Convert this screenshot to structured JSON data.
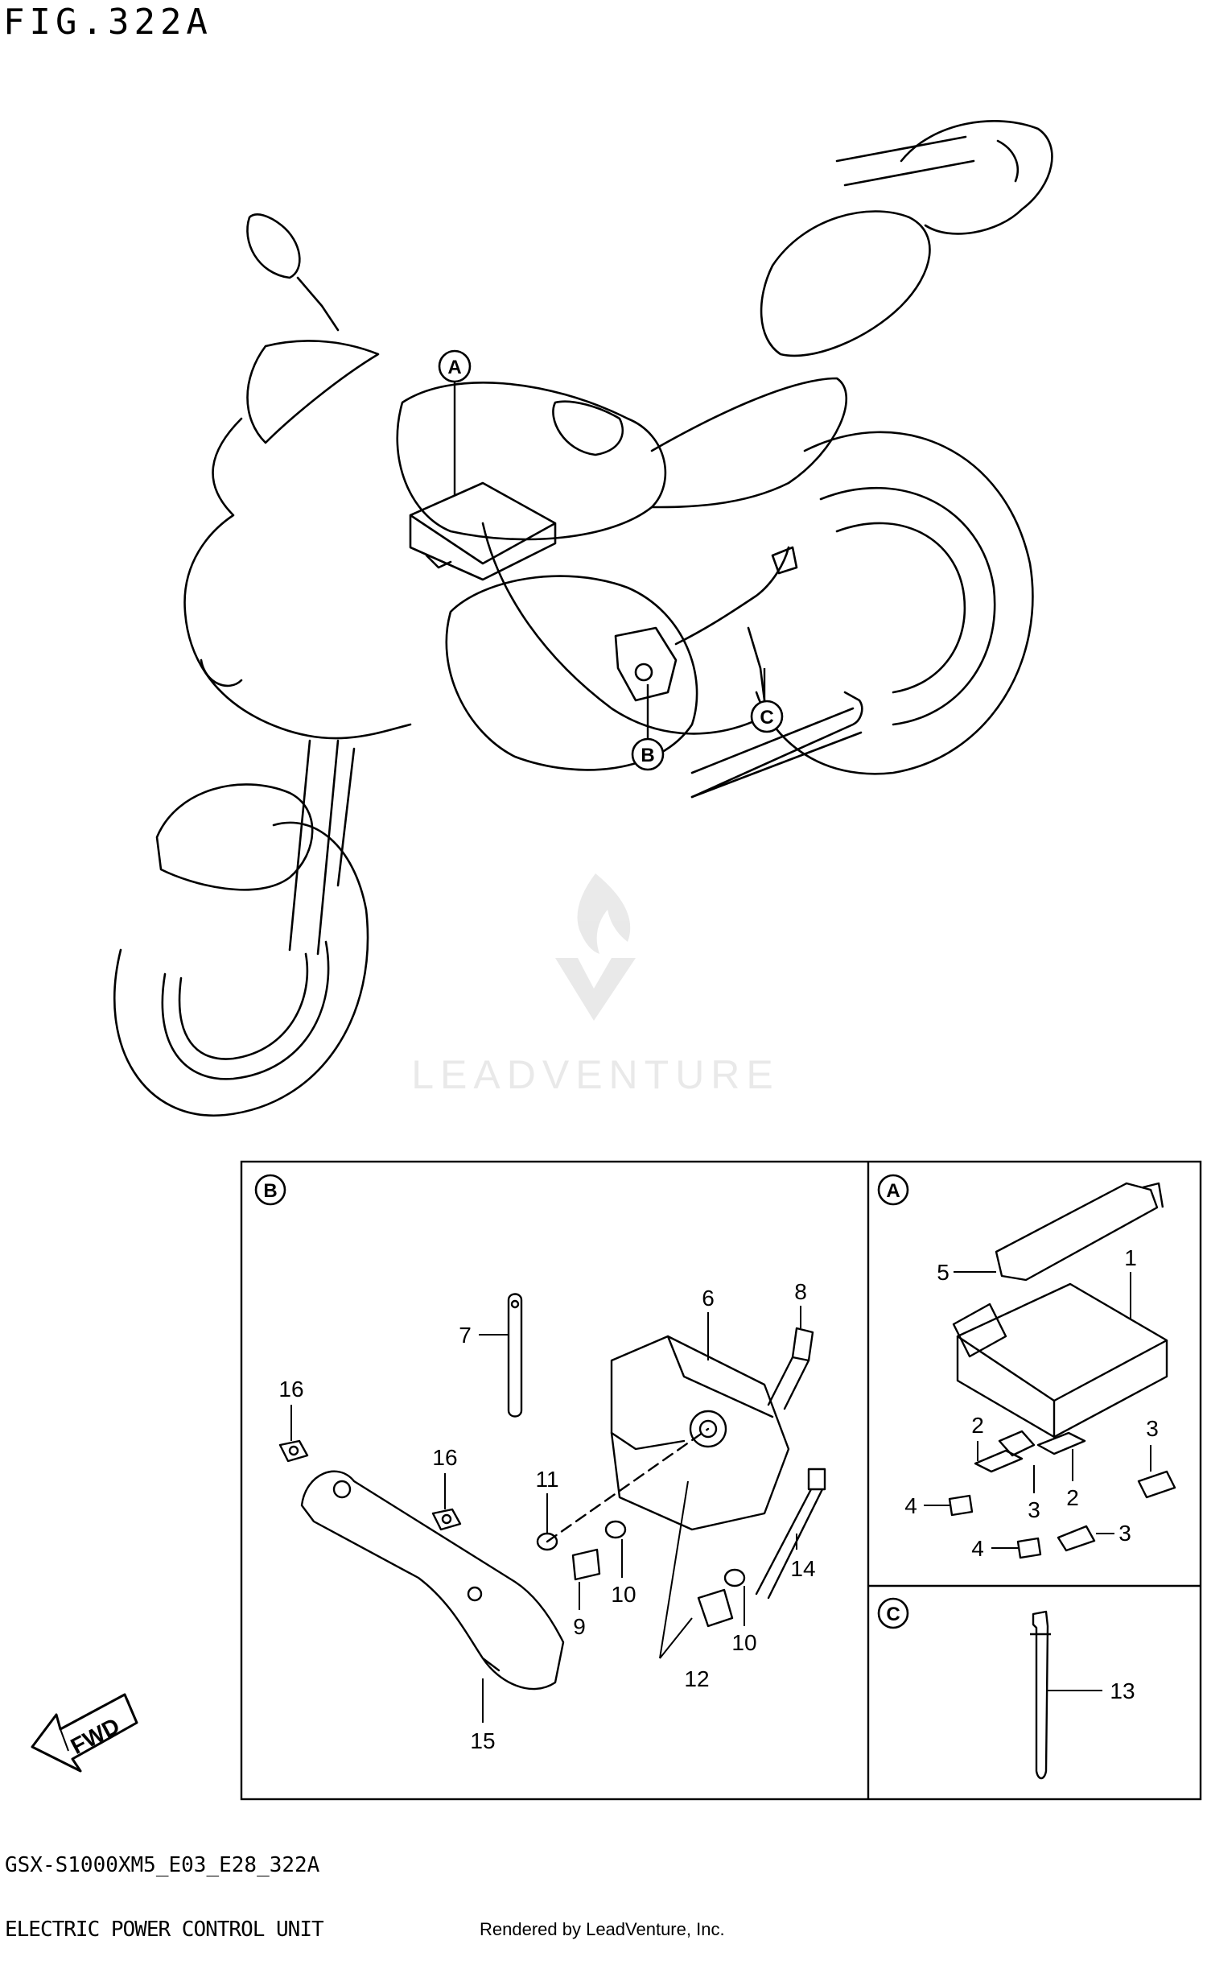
{
  "figure": {
    "title": "FIG.322A",
    "model_code": "GSX-S1000XM5_E03_E28_322A",
    "caption": "ELECTRIC POWER CONTROL UNIT",
    "credit": "Rendered by LeadVenture, Inc.",
    "watermark": "LEADVENTURE"
  },
  "callouts": {
    "a": "A",
    "b": "B",
    "c": "C"
  },
  "parts": {
    "p1": "1",
    "p2a": "2",
    "p2b": "2",
    "p3a": "3",
    "p3b": "3",
    "p3c": "3",
    "p4a": "4",
    "p4b": "4",
    "p5": "5",
    "p6": "6",
    "p7": "7",
    "p8": "8",
    "p9": "9",
    "p10a": "10",
    "p10b": "10",
    "p11": "11",
    "p12": "12",
    "p13": "13",
    "p14": "14",
    "p15": "15",
    "p16a": "16",
    "p16b": "16"
  },
  "fwd_label": "FWD"
}
